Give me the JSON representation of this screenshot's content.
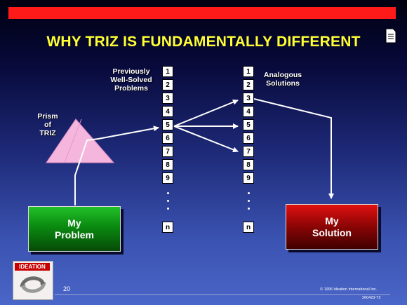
{
  "slide": {
    "title": "WHY TRIZ IS FUNDAMENTALLY DIFFERENT",
    "page_number": "20",
    "copyright": "© 1996 Ideation International Inc.",
    "code": "260423-T2"
  },
  "prism": {
    "label_lines": [
      "Prism",
      "of",
      "TRIZ"
    ]
  },
  "columns": {
    "problems_label_lines": [
      "Previously",
      "Well-Solved",
      "Problems"
    ],
    "solutions_label_lines": [
      "Analogous",
      "Solutions"
    ],
    "items": [
      "1",
      "2",
      "3",
      "4",
      "5",
      "6",
      "7",
      "8",
      "9"
    ],
    "last_item": "n"
  },
  "my_problem": {
    "lines": [
      "My",
      "Problem"
    ]
  },
  "my_solution": {
    "lines": [
      "My",
      "Solution"
    ]
  },
  "logo": {
    "text": "IDEATION"
  },
  "colors": {
    "accent_bar": "#ff1a1a",
    "title": "#ffff33",
    "problem_box": "#0a8a10",
    "solution_box": "#8a0505"
  },
  "icons": [
    "document-icon",
    "ideation-logo"
  ]
}
